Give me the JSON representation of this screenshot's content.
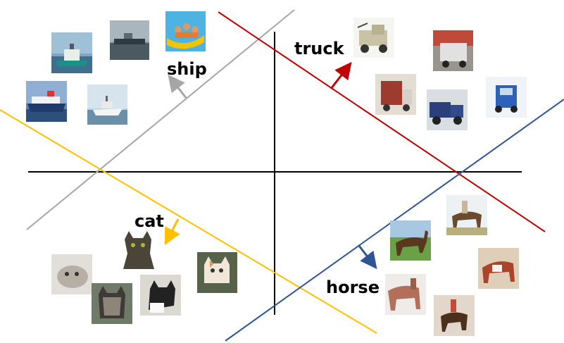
{
  "labels": {
    "ship": "ship",
    "truck": "truck",
    "cat": "cat",
    "horse": "horse"
  },
  "colors": {
    "axes": "#000000",
    "ship": "#a6a6a6",
    "truck": "#c00000",
    "cat": "#ffc000",
    "horse": "#2f5597"
  },
  "thumbnails": {
    "ship": [
      "ship-photo",
      "ship-photo",
      "ship-photo",
      "ship-photo",
      "ship-photo"
    ],
    "truck": [
      "truck-photo",
      "truck-photo",
      "truck-photo",
      "truck-photo",
      "truck-photo"
    ],
    "cat": [
      "cat-photo",
      "cat-photo",
      "cat-photo",
      "cat-photo",
      "cat-photo"
    ],
    "horse": [
      "horse-photo",
      "horse-photo",
      "horse-photo",
      "horse-photo",
      "horse-photo"
    ]
  }
}
